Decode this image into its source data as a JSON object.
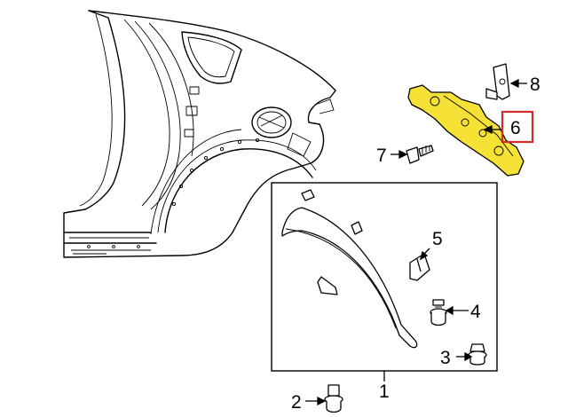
{
  "diagram": {
    "highlight_color": "#f6e236",
    "callout_box_color": "#d42a2a",
    "callouts": [
      {
        "id": "1",
        "label": "1"
      },
      {
        "id": "2",
        "label": "2"
      },
      {
        "id": "3",
        "label": "3"
      },
      {
        "id": "4",
        "label": "4"
      },
      {
        "id": "5",
        "label": "5"
      },
      {
        "id": "6",
        "label": "6",
        "highlighted": true
      },
      {
        "id": "7",
        "label": "7"
      },
      {
        "id": "8",
        "label": "8"
      }
    ]
  }
}
